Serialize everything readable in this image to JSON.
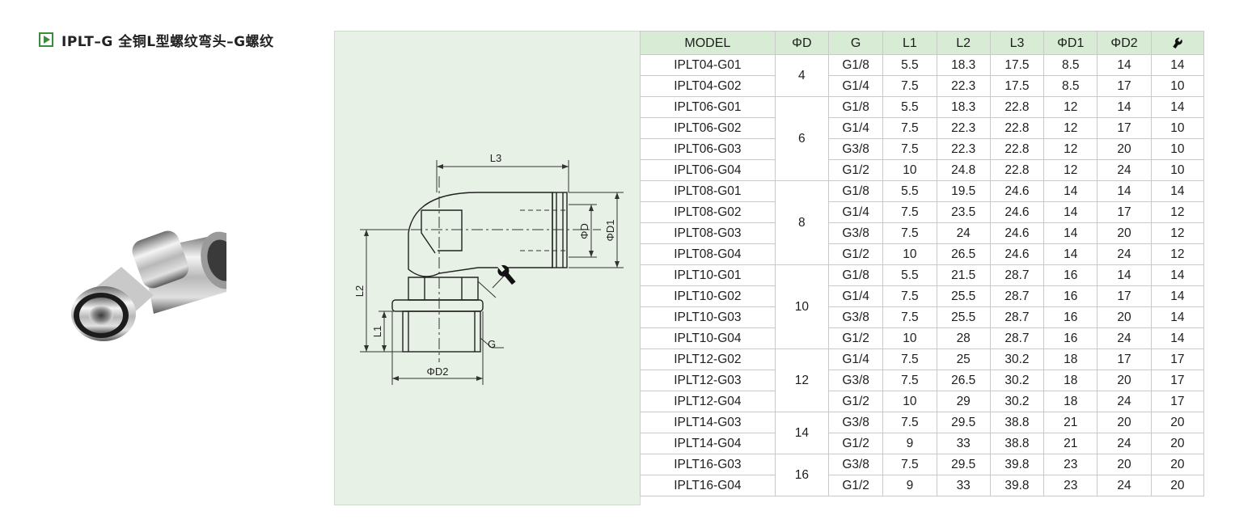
{
  "title": {
    "text": "IPLT–G 全铜L型螺纹弯头–G螺纹"
  },
  "colors": {
    "accent": "#3d8c3d",
    "panel_bg": "#e8f1e6",
    "header_bg": "#d8ebd4"
  },
  "drawing": {
    "labels": {
      "l3": "L3",
      "l2": "L2",
      "l1": "L1",
      "phi_d": "ΦD",
      "phi_d1": "ΦD1",
      "phi_d2": "ΦD2",
      "g": "G"
    },
    "wrench_icon": "wrench-icon"
  },
  "table": {
    "headers": [
      "MODEL",
      "ΦD",
      "G",
      "L1",
      "L2",
      "L3",
      "ΦD1",
      "ΦD2"
    ],
    "wrench_header_icon": "wrench-icon",
    "groups": [
      {
        "d": "4",
        "rows": [
          [
            "IPLT04-G01",
            "G1/8",
            "5.5",
            "18.3",
            "17.5",
            "8.5",
            "14",
            "14"
          ],
          [
            "IPLT04-G02",
            "G1/4",
            "7.5",
            "22.3",
            "17.5",
            "8.5",
            "17",
            "10"
          ]
        ]
      },
      {
        "d": "6",
        "rows": [
          [
            "IPLT06-G01",
            "G1/8",
            "5.5",
            "18.3",
            "22.8",
            "12",
            "14",
            "14"
          ],
          [
            "IPLT06-G02",
            "G1/4",
            "7.5",
            "22.3",
            "22.8",
            "12",
            "17",
            "10"
          ],
          [
            "IPLT06-G03",
            "G3/8",
            "7.5",
            "22.3",
            "22.8",
            "12",
            "20",
            "10"
          ],
          [
            "IPLT06-G04",
            "G1/2",
            "10",
            "24.8",
            "22.8",
            "12",
            "24",
            "10"
          ]
        ]
      },
      {
        "d": "8",
        "rows": [
          [
            "IPLT08-G01",
            "G1/8",
            "5.5",
            "19.5",
            "24.6",
            "14",
            "14",
            "14"
          ],
          [
            "IPLT08-G02",
            "G1/4",
            "7.5",
            "23.5",
            "24.6",
            "14",
            "17",
            "12"
          ],
          [
            "IPLT08-G03",
            "G3/8",
            "7.5",
            "24",
            "24.6",
            "14",
            "20",
            "12"
          ],
          [
            "IPLT08-G04",
            "G1/2",
            "10",
            "26.5",
            "24.6",
            "14",
            "24",
            "12"
          ]
        ]
      },
      {
        "d": "10",
        "rows": [
          [
            "IPLT10-G01",
            "G1/8",
            "5.5",
            "21.5",
            "28.7",
            "16",
            "14",
            "14"
          ],
          [
            "IPLT10-G02",
            "G1/4",
            "7.5",
            "25.5",
            "28.7",
            "16",
            "17",
            "14"
          ],
          [
            "IPLT10-G03",
            "G3/8",
            "7.5",
            "25.5",
            "28.7",
            "16",
            "20",
            "14"
          ],
          [
            "IPLT10-G04",
            "G1/2",
            "10",
            "28",
            "28.7",
            "16",
            "24",
            "14"
          ]
        ]
      },
      {
        "d": "12",
        "rows": [
          [
            "IPLT12-G02",
            "G1/4",
            "7.5",
            "25",
            "30.2",
            "18",
            "17",
            "17"
          ],
          [
            "IPLT12-G03",
            "G3/8",
            "7.5",
            "26.5",
            "30.2",
            "18",
            "20",
            "17"
          ],
          [
            "IPLT12-G04",
            "G1/2",
            "10",
            "29",
            "30.2",
            "18",
            "24",
            "17"
          ]
        ]
      },
      {
        "d": "14",
        "rows": [
          [
            "IPLT14-G03",
            "G3/8",
            "7.5",
            "29.5",
            "38.8",
            "21",
            "20",
            "20"
          ],
          [
            "IPLT14-G04",
            "G1/2",
            "9",
            "33",
            "38.8",
            "21",
            "24",
            "20"
          ]
        ]
      },
      {
        "d": "16",
        "rows": [
          [
            "IPLT16-G03",
            "G3/8",
            "7.5",
            "29.5",
            "39.8",
            "23",
            "20",
            "20"
          ],
          [
            "IPLT16-G04",
            "G1/2",
            "9",
            "33",
            "39.8",
            "23",
            "24",
            "20"
          ]
        ]
      }
    ]
  }
}
